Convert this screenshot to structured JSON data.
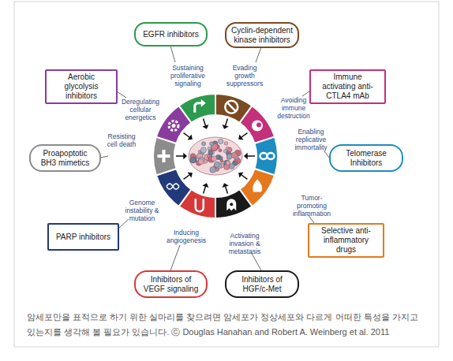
{
  "diagram": {
    "caption": "암세포만을 표적으로 하기 위한 실마리를 찾으려면 암세포가 정상세포와 다르게 어떠한 특성을 가지고 있는지를 생각해 볼 필요가 있습니다. ⓒ Douglas Hanahan and Robert A. Weinberg et al. 2011",
    "nodes": [
      {
        "text": [
          "EGFR inhibitors"
        ]
      },
      {
        "text": [
          "Cyclin-dependent kinase inhibitors"
        ]
      },
      {
        "text": [
          "Aerobic glycolysis inhibitors"
        ]
      },
      {
        "text": [
          "Immune activating anti-CTLA4 mAb"
        ]
      },
      {
        "text": [
          "Proapoptotic BH3 mimetics"
        ]
      },
      {
        "text": [
          "Telomerase Inhibitors"
        ]
      },
      {
        "text": [
          "PARP inhibitors"
        ]
      },
      {
        "text": [
          "Selective anti-inflammatory drugs"
        ]
      },
      {
        "text": [
          "Inhibitors of VEGF signaling"
        ]
      },
      {
        "text": [
          "Inhibitors of HGF/c-Met"
        ]
      }
    ],
    "labels": [
      "Sustaining proliferative signaling",
      "Evading growth suppressors",
      "Deregulating cellular energetics",
      "Avoiding immune destruction",
      "Resisting cell death",
      "Enabling replicative immortality",
      "Genome instability & mutation",
      "Tumor-promoting inflammation",
      "Inducing angiogenesis",
      "Activating invasion & metastasis"
    ]
  }
}
